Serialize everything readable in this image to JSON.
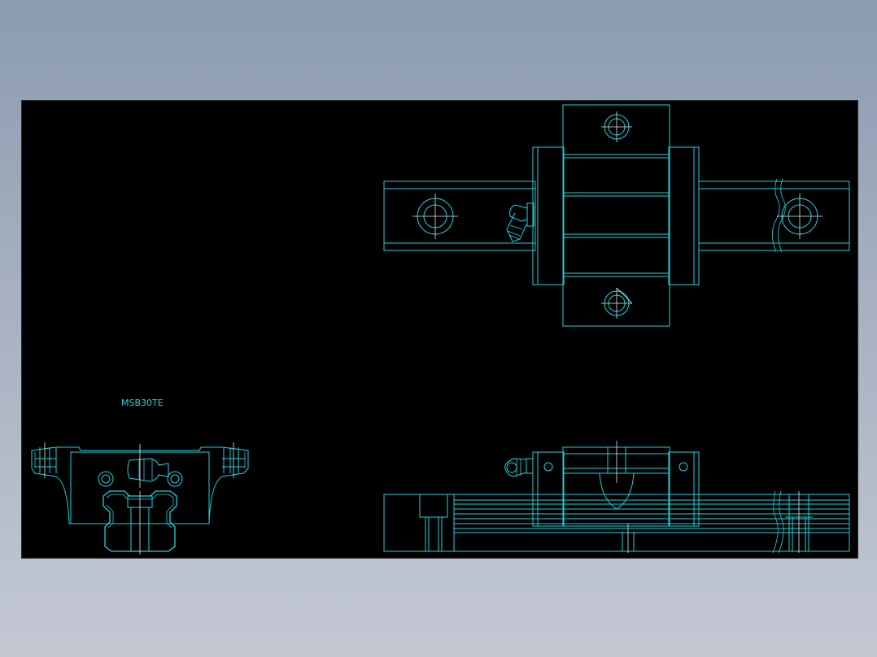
{
  "drawing": {
    "part_label": "MSB30TE"
  },
  "colors": {
    "background_outer": "#8c9bb0",
    "canvas": "#000000",
    "line": "#19d5e0",
    "centerline": "#e8e8e8"
  },
  "views": [
    "top-view",
    "front-view",
    "side-view"
  ]
}
